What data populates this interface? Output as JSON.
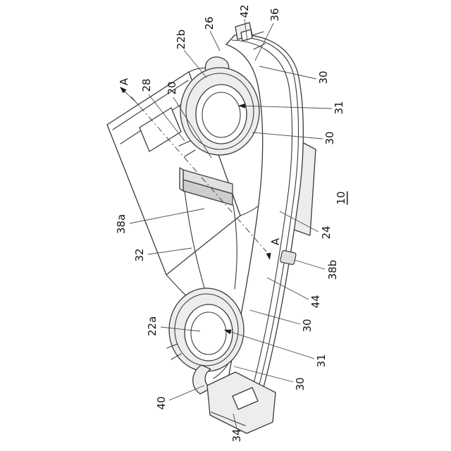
{
  "figure": {
    "type": "patent-line-drawing",
    "view": "isometric",
    "section_marker": "A",
    "assembly_reference": "10"
  },
  "colors": {
    "line": "#3a3a3a",
    "shade_light": "#ededed",
    "shade_mid": "#e0e0e0",
    "shade_dark": "#cdcdcd",
    "background": "#ffffff"
  },
  "labels": [
    {
      "id": "42",
      "text": "42"
    },
    {
      "id": "36",
      "text": "36"
    },
    {
      "id": "26",
      "text": "26"
    },
    {
      "id": "22b",
      "text": "22b"
    },
    {
      "id": "28",
      "text": "28"
    },
    {
      "id": "20",
      "text": "20"
    },
    {
      "id": "A-top",
      "text": "A"
    },
    {
      "id": "30-1",
      "text": "30"
    },
    {
      "id": "31-1",
      "text": "31"
    },
    {
      "id": "30-2",
      "text": "30"
    },
    {
      "id": "10",
      "text": "10"
    },
    {
      "id": "24",
      "text": "24"
    },
    {
      "id": "38b",
      "text": "38b"
    },
    {
      "id": "44",
      "text": "44"
    },
    {
      "id": "30-3",
      "text": "30"
    },
    {
      "id": "31-2",
      "text": "31"
    },
    {
      "id": "30-4",
      "text": "30"
    },
    {
      "id": "22a",
      "text": "22a"
    },
    {
      "id": "38a",
      "text": "38a"
    },
    {
      "id": "32",
      "text": "32"
    },
    {
      "id": "40",
      "text": "40"
    },
    {
      "id": "34",
      "text": "34"
    },
    {
      "id": "A-mid",
      "text": "A"
    }
  ]
}
